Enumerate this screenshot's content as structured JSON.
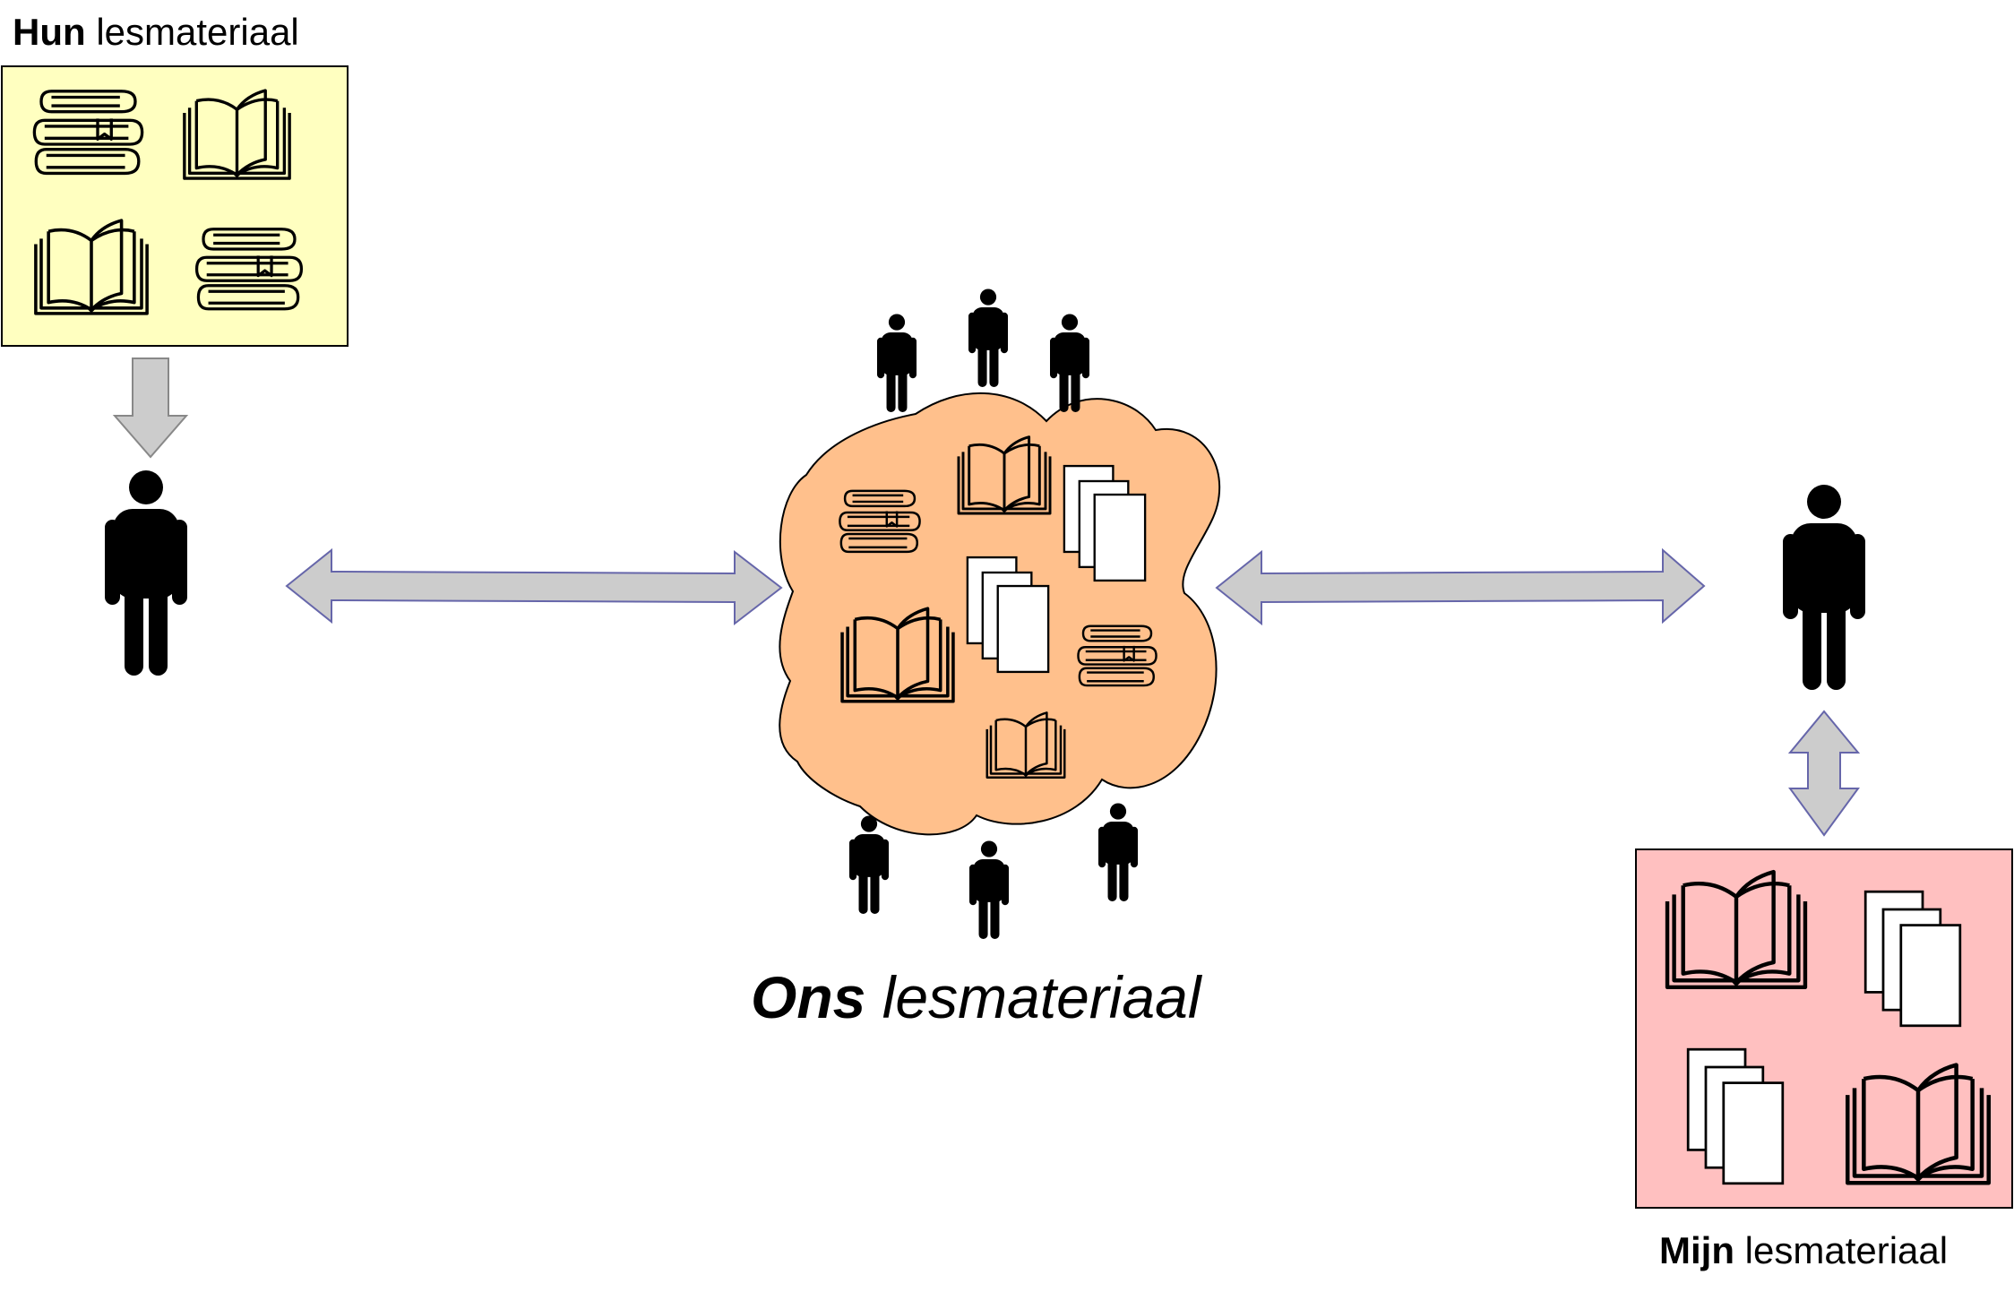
{
  "hun": {
    "bold": "Hun",
    "rest": " lesmateriaal",
    "fill": "#ffffc0"
  },
  "ons": {
    "bold": "Ons",
    "rest": " lesmateriaal",
    "fill": "#ffc08c"
  },
  "mijn": {
    "bold": "Mijn",
    "rest": " lesmateriaal",
    "fill": "#ffc0c0"
  },
  "arrow_fill": "#cccccc",
  "arrow_stroke": "#6666aa",
  "icons": [
    "book-stack-icon",
    "open-book-icon",
    "document-stack-icon",
    "person-icon"
  ]
}
